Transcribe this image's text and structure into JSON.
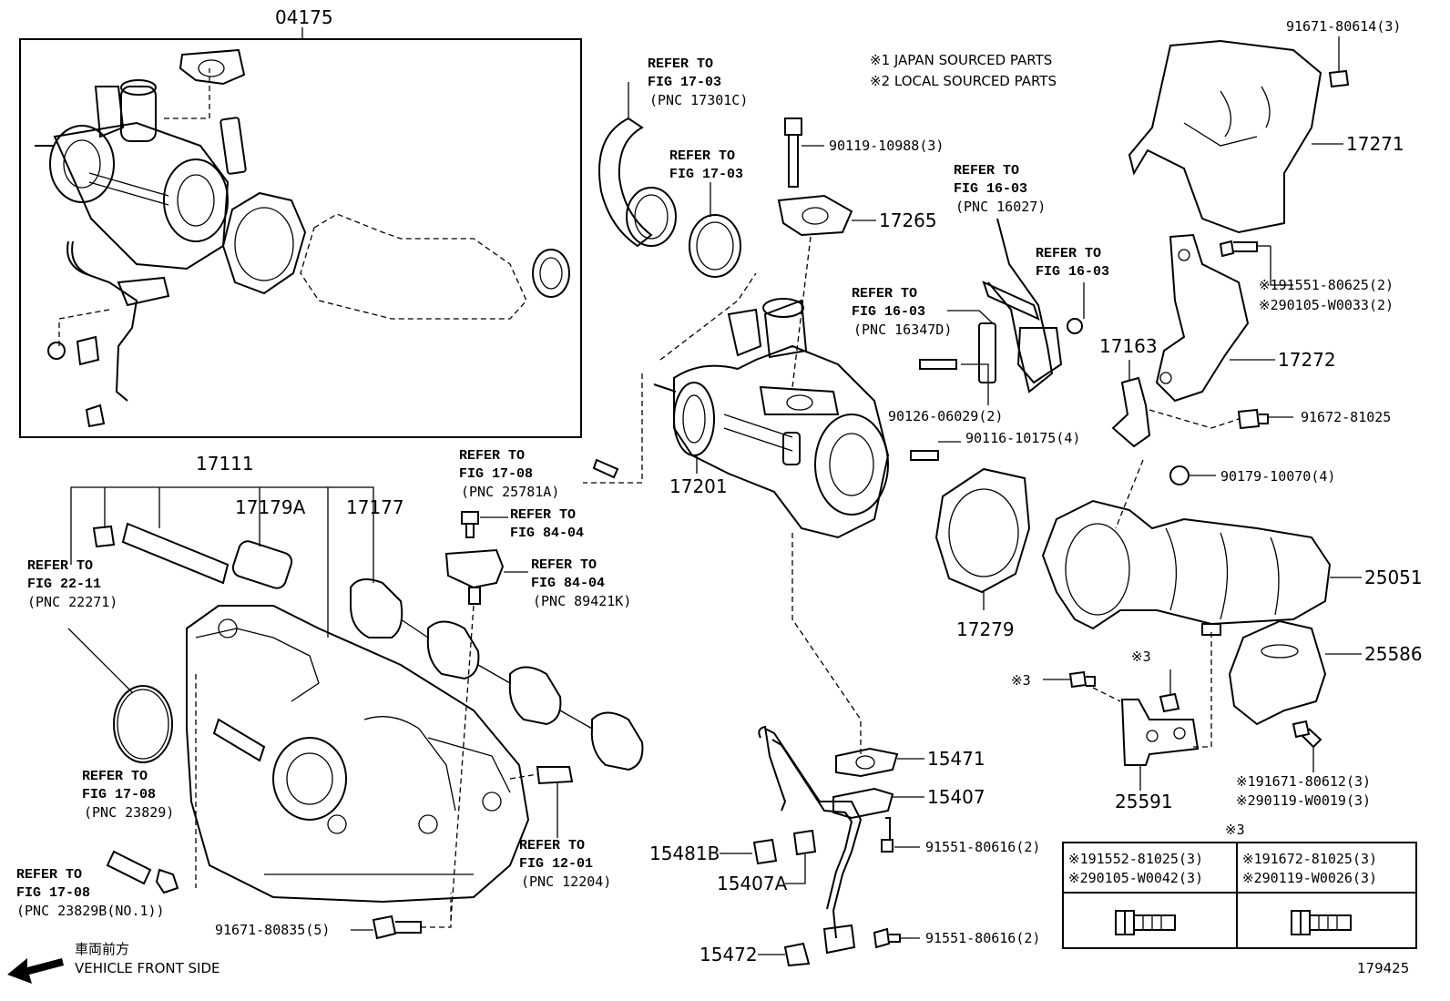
{
  "diagram_id": "179425",
  "notes": {
    "n1": "※1 JAPAN SOURCED PARTS",
    "n2": "※2 LOCAL SOURCED PARTS"
  },
  "front_side": {
    "jp": "車両前方",
    "en": "VEHICLE FRONT SIDE"
  },
  "parts": {
    "p04175": "04175",
    "p17111": "17111",
    "p17179A": "17179A",
    "p17177": "17177",
    "p17201": "17201",
    "p17265": "17265",
    "p17271": "17271",
    "p17272": "17272",
    "p17163": "17163",
    "p17279": "17279",
    "p25051": "25051",
    "p25586": "25586",
    "p25591": "25591",
    "p15471": "15471",
    "p15407": "15407",
    "p15481B": "15481B",
    "p15407A": "15407A",
    "p15472": "15472",
    "b91671_80614": "91671-80614(3)",
    "b90119_10988": "90119-10988(3)",
    "b191551_80625": "※191551-80625(2)",
    "b290105_W0033": "※290105-W0033(2)",
    "b91672_81025": "91672-81025",
    "b90126_06029": "90126-06029(2)",
    "b90116_10175": "90116-10175(4)",
    "b90179_10070": "90179-10070(4)",
    "b191671_80612": "※191671-80612(3)",
    "b290119_W0019": "※290119-W0019(3)",
    "b91551_80616a": "91551-80616(2)",
    "b91551_80616b": "91551-80616(2)",
    "b91671_80835": "91671-80835(5)",
    "mark3a": "※3",
    "mark3b": "※3"
  },
  "refs": {
    "r1": {
      "l1": "REFER TO",
      "l2": "FIG 17-03",
      "l3": "(PNC 17301C)"
    },
    "r2": {
      "l1": "REFER TO",
      "l2": "FIG 17-03"
    },
    "r3": {
      "l1": "REFER TO",
      "l2": "FIG 16-03",
      "l3": "(PNC 16027)"
    },
    "r4": {
      "l1": "REFER TO",
      "l2": "FIG 16-03"
    },
    "r5": {
      "l1": "REFER TO",
      "l2": "FIG 16-03",
      "l3": "(PNC 16347D)"
    },
    "r6": {
      "l1": "REFER TO",
      "l2": "FIG 17-08",
      "l3": "(PNC 25781A)"
    },
    "r7": {
      "l1": "REFER TO",
      "l2": "FIG 84-04"
    },
    "r8": {
      "l1": "REFER TO",
      "l2": "FIG 84-04",
      "l3": "(PNC 89421K)"
    },
    "r9": {
      "l1": "REFER TO",
      "l2": "FIG 22-11",
      "l3": "(PNC 22271)"
    },
    "r10": {
      "l1": "REFER TO",
      "l2": "FIG 17-08",
      "l3": "(PNC 23829)"
    },
    "r11": {
      "l1": "REFER TO",
      "l2": "FIG 17-08",
      "l3": "(PNC 23829B(NO.1))"
    },
    "r12": {
      "l1": "REFER TO",
      "l2": "FIG 12-01",
      "l3": "(PNC 12204)"
    }
  },
  "table3": {
    "title": "※3",
    "c1a": "※191552-81025(3)",
    "c1b": "※290105-W0042(3)",
    "c2a": "※191672-81025(3)",
    "c2b": "※290119-W0026(3)"
  }
}
